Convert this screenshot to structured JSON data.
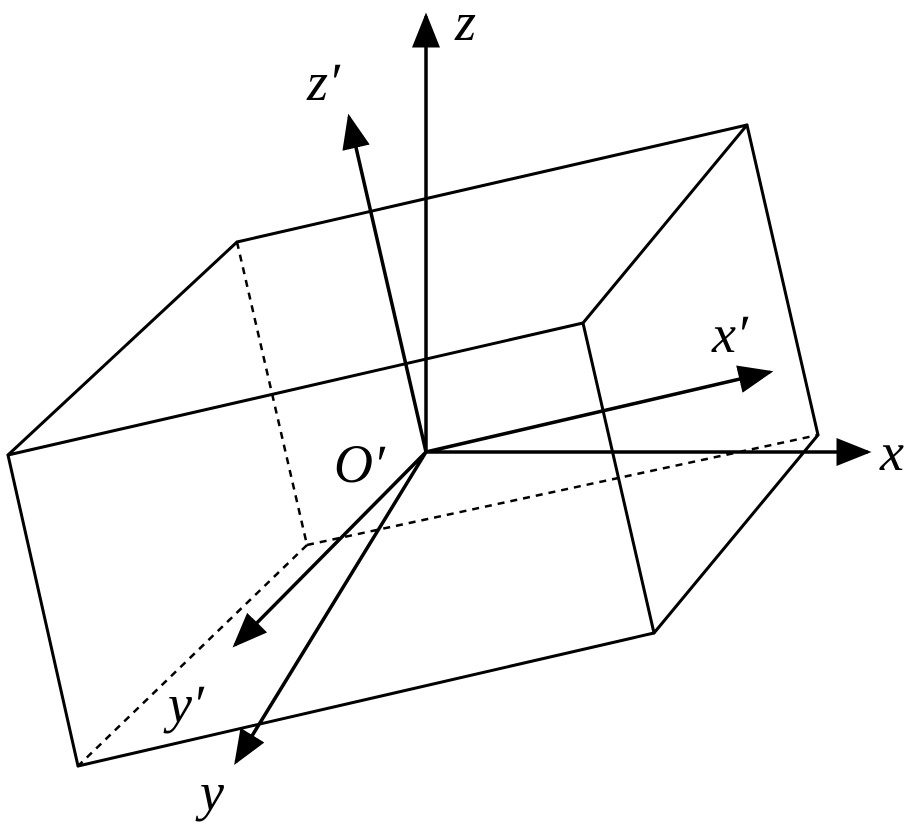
{
  "diagram": {
    "labels": {
      "z": "z",
      "z_prime": "z′",
      "x": "x",
      "x_prime": "x′",
      "y": "y",
      "y_prime": "y′",
      "origin": "O′"
    },
    "colors": {
      "line": "#000000",
      "background": "#ffffff"
    }
  }
}
